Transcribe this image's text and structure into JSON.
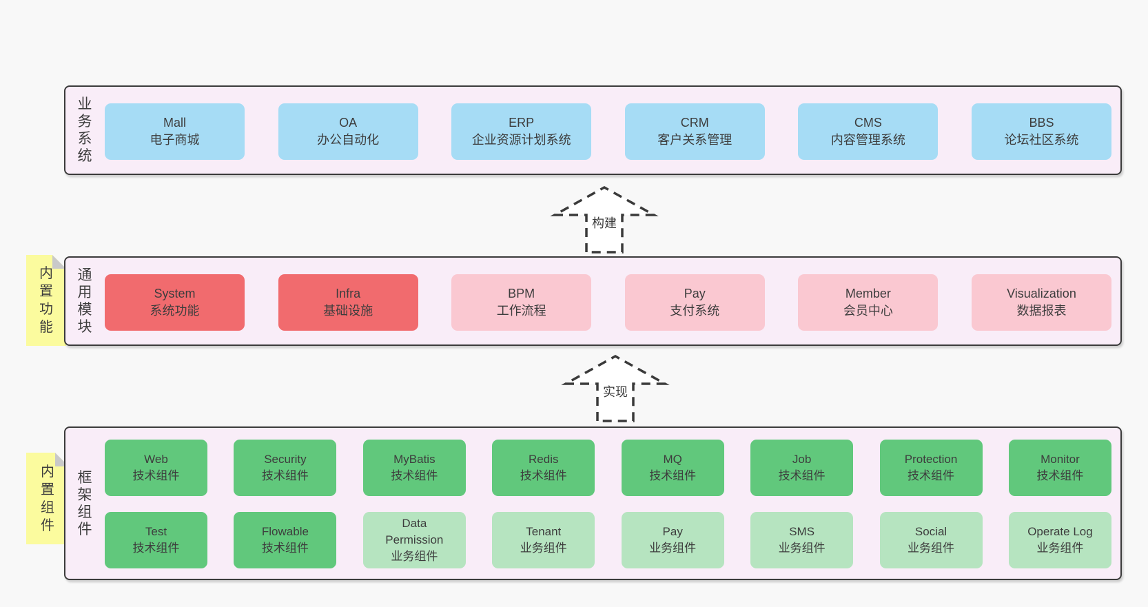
{
  "diagram": {
    "layers": [
      {
        "id": "business-systems",
        "label": "业务系统",
        "boxes": [
          {
            "title": "Mall",
            "subtitle": "电子商城",
            "variant": "blue"
          },
          {
            "title": "OA",
            "subtitle": "办公自动化",
            "variant": "blue"
          },
          {
            "title": "ERP",
            "subtitle": "企业资源计划系统",
            "variant": "blue"
          },
          {
            "title": "CRM",
            "subtitle": "客户关系管理",
            "variant": "blue"
          },
          {
            "title": "CMS",
            "subtitle": "内容管理系统",
            "variant": "blue"
          },
          {
            "title": "BBS",
            "subtitle": "论坛社区系统",
            "variant": "blue"
          }
        ]
      },
      {
        "id": "common-modules",
        "label": "通用模块",
        "note": "内置功能",
        "boxes": [
          {
            "title": "System",
            "subtitle": "系统功能",
            "variant": "red"
          },
          {
            "title": "Infra",
            "subtitle": "基础设施",
            "variant": "red"
          },
          {
            "title": "BPM",
            "subtitle": "工作流程",
            "variant": "pink"
          },
          {
            "title": "Pay",
            "subtitle": "支付系统",
            "variant": "pink"
          },
          {
            "title": "Member",
            "subtitle": "会员中心",
            "variant": "pink"
          },
          {
            "title": "Visualization",
            "subtitle": "数据报表",
            "variant": "pink"
          }
        ]
      },
      {
        "id": "framework-components",
        "label": "框架组件",
        "note": "内置组件",
        "rows": [
          [
            {
              "title": "Web",
              "subtitle": "技术组件",
              "variant": "green"
            },
            {
              "title": "Security",
              "subtitle": "技术组件",
              "variant": "green"
            },
            {
              "title": "MyBatis",
              "subtitle": "技术组件",
              "variant": "green"
            },
            {
              "title": "Redis",
              "subtitle": "技术组件",
              "variant": "green"
            },
            {
              "title": "MQ",
              "subtitle": "技术组件",
              "variant": "green"
            },
            {
              "title": "Job",
              "subtitle": "技术组件",
              "variant": "green"
            },
            {
              "title": "Protection",
              "subtitle": "技术组件",
              "variant": "green"
            },
            {
              "title": "Monitor",
              "subtitle": "技术组件",
              "variant": "green"
            }
          ],
          [
            {
              "title": "Test",
              "subtitle": "技术组件",
              "variant": "green"
            },
            {
              "title": "Flowable",
              "subtitle": "技术组件",
              "variant": "green"
            },
            {
              "title": "Data Permission",
              "subtitle": "业务组件",
              "variant": "green-light"
            },
            {
              "title": "Tenant",
              "subtitle": "业务组件",
              "variant": "green-light"
            },
            {
              "title": "Pay",
              "subtitle": "业务组件",
              "variant": "green-light"
            },
            {
              "title": "SMS",
              "subtitle": "业务组件",
              "variant": "green-light"
            },
            {
              "title": "Social",
              "subtitle": "业务组件",
              "variant": "green-light"
            },
            {
              "title": "Operate Log",
              "subtitle": "业务组件",
              "variant": "green-light"
            }
          ]
        ]
      }
    ],
    "arrows": [
      {
        "id": "build",
        "label": "构建"
      },
      {
        "id": "implement",
        "label": "实现"
      }
    ],
    "colors": {
      "blue": "#A6DCF5",
      "red": "#F16B6E",
      "pink": "#FAC8D1",
      "green": "#61C87C",
      "green_light": "#B6E4C0",
      "container_fill": "#F9EDF8",
      "border": "#3B3B3B",
      "yellow": "#FBFB9E",
      "fold": "#C9C9C9",
      "text": "#3D3D3D",
      "page_bg": "#F8F8F8",
      "arrow_stroke": "#3A3A3A"
    }
  }
}
